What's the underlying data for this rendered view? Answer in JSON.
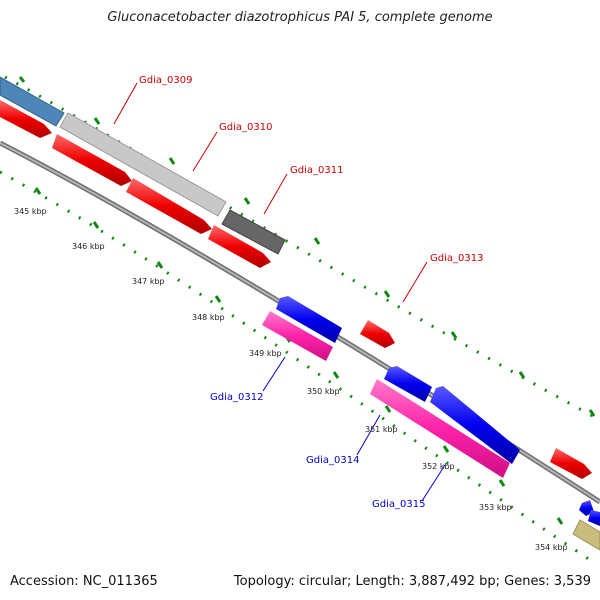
{
  "title": "Gluconacetobacter diazotrophicus PAI 5, complete genome",
  "footer": {
    "accession": "Accession: NC_011365",
    "topology": "Topology: circular; Length: 3,887,492 bp; Genes: 3,539"
  },
  "colors": {
    "forward_cds": "#0000ee",
    "reverse_cds": "#ee0000",
    "rna": "#ff22aa",
    "tick": "#118811",
    "backbone": "#888888",
    "label_forward": "#0000cc",
    "label_reverse": "#cc0000"
  },
  "kbp_labels": [
    "345 kbp",
    "346 kbp",
    "347 kbp",
    "348 kbp",
    "349 kbp",
    "350 kbp",
    "351 kbp",
    "352 kbp",
    "353 kbp",
    "354 kbp"
  ],
  "gene_labels_reverse": [
    "Gdia_0309",
    "Gdia_0310",
    "Gdia_0311",
    "Gdia_0313"
  ],
  "gene_labels_forward": [
    "Gdia_0312",
    "Gdia_0314",
    "Gdia_0315"
  ]
}
